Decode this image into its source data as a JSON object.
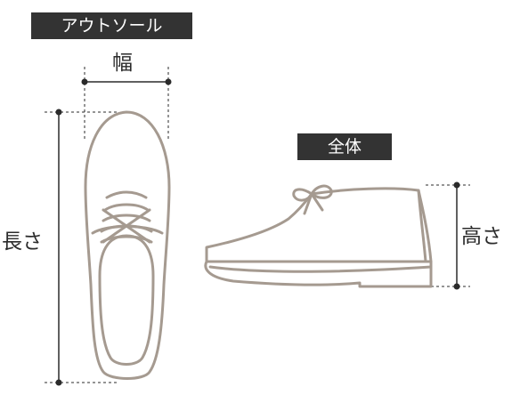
{
  "sections": {
    "outsole": "アウトソール",
    "whole": "全体"
  },
  "dimensions": {
    "width": "幅",
    "length": "長さ",
    "height": "高さ"
  },
  "colors": {
    "label_bg": "#333333",
    "label_text": "#ffffff",
    "shoe_outline": "#a59a90",
    "dimension_line": "#2b2b2b"
  }
}
